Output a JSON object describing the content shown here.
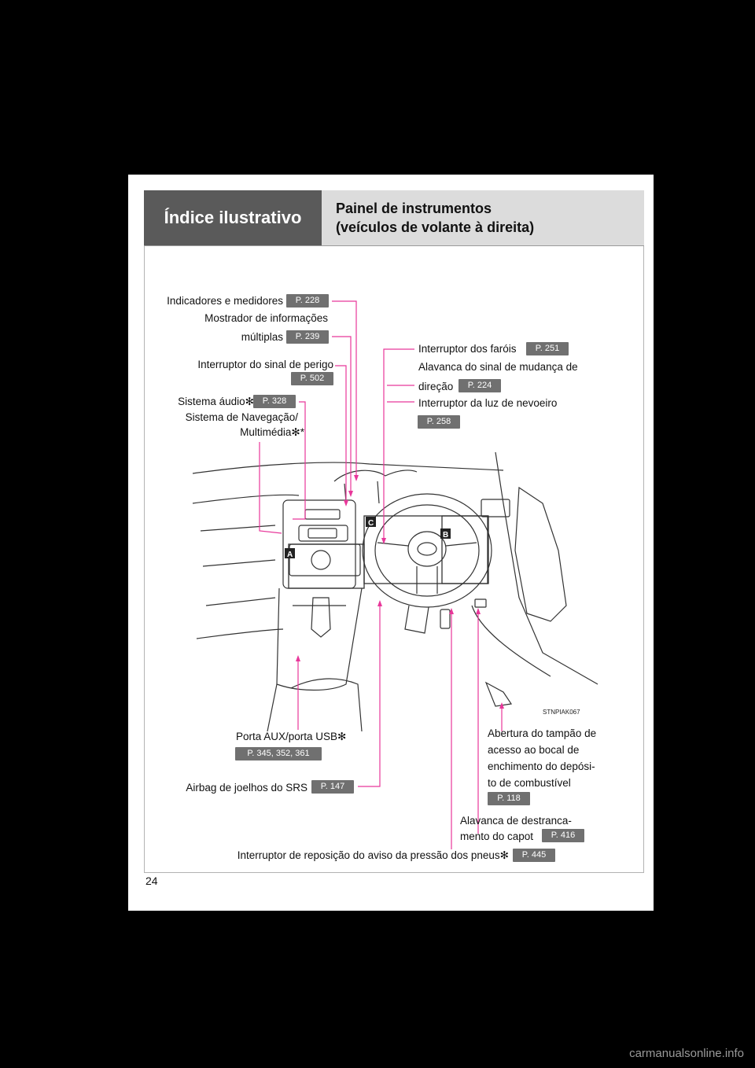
{
  "header": {
    "section_title": "Índice ilustrativo",
    "subtitle_line1": "Painel de instrumentos",
    "subtitle_line2": "(veículos de volante à direita)"
  },
  "page_number": "24",
  "diagram_code": "STNPIAK067",
  "area_labels": [
    "A",
    "B",
    "C"
  ],
  "callouts": {
    "gauges": {
      "label": "Indicadores e medidores",
      "page": "P. 228"
    },
    "mid": {
      "label1": "Mostrador de informações",
      "label2": "múltiplas",
      "page": "P. 239"
    },
    "hazard": {
      "label": "Interruptor do sinal de perigo",
      "page": "P. 502"
    },
    "audio": {
      "label": "Sistema áudio✻",
      "page": "P. 328"
    },
    "nav": {
      "label1": "Sistema de Navegação/",
      "label2": "Multimédia✻*"
    },
    "headlight": {
      "label": "Interruptor dos faróis",
      "page": "P. 251"
    },
    "turn": {
      "label1": "Alavanca do sinal de mudança de",
      "label2": "direção",
      "page": "P. 224"
    },
    "fog": {
      "label": "Interruptor da luz de nevoeiro",
      "page": "P. 258"
    },
    "aux": {
      "label": "Porta AUX/porta USB✻",
      "page": "P. 345, 352, 361"
    },
    "airbag": {
      "label": "Airbag de joelhos do SRS",
      "page": "P. 147"
    },
    "fuel": {
      "label1": "Abertura do tampão de",
      "label2": "acesso ao bocal de",
      "label3": "enchimento do depósi-",
      "label4": "to de combustível",
      "page": "P. 118"
    },
    "hood": {
      "label1": "Alavanca de destranca-",
      "label2": "mento do capot",
      "page": "P. 416"
    },
    "tpms": {
      "label": "Interruptor de reposição do aviso da pressão dos pneus✻",
      "page": "P. 445"
    }
  },
  "watermark": "carmanualsonline.info",
  "colors": {
    "leader": "#e8379a",
    "page_box": "#707070",
    "header_dark": "#5a5a5a",
    "header_light": "#dcdcdc"
  }
}
